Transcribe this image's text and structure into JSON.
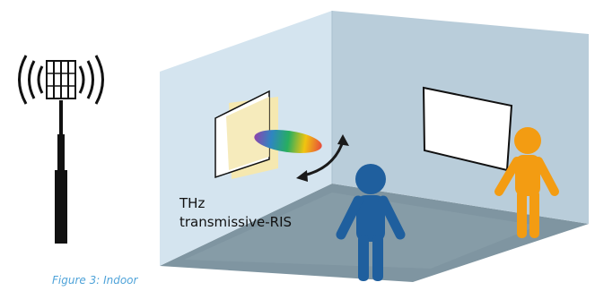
{
  "labels": {
    "ris_line1": "THz",
    "ris_line2": "transmissive-RIS",
    "caption": "Figure 3: Indoor"
  },
  "colors": {
    "back_wall": "#b9cdda",
    "left_wall": "#d4e4ef",
    "floor": "#7f95a1",
    "ris_panel": "#f5e8b0",
    "arrow": "#1a1a1a",
    "person_blue": "#1f5f9e",
    "person_orange": "#f39c12",
    "caption": "#4fa3d9"
  },
  "icons": {
    "base_station": "cell-tower-icon",
    "arrow": "double-arrow-icon",
    "person_1": "person-icon",
    "person_2": "person-icon"
  }
}
